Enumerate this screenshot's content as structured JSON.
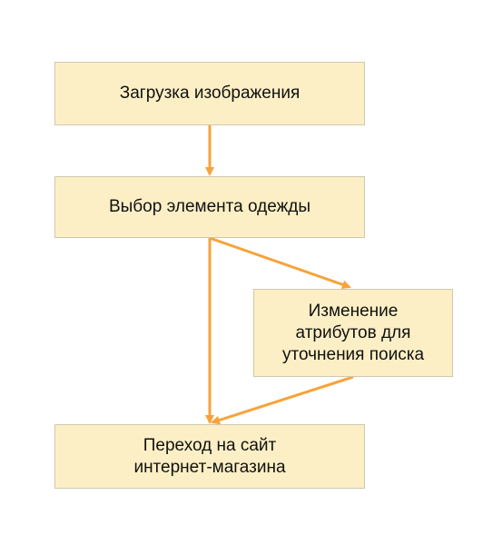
{
  "diagram": {
    "accent_color": "#f7a339",
    "node_fill": "#fdefc5",
    "node_border": "#cfc8b0",
    "nodes": [
      {
        "id": "n1",
        "label": "Загрузка изображения"
      },
      {
        "id": "n2",
        "label": "Выбор элемента одежды"
      },
      {
        "id": "n3",
        "label": "Изменение\nатрибутов для\nуточнения поиска"
      },
      {
        "id": "n4",
        "label": "Переход на сайт\nинтернет-магазина"
      }
    ],
    "edges": [
      {
        "from": "n1",
        "to": "n2"
      },
      {
        "from": "n2",
        "to": "n4"
      },
      {
        "from": "n2",
        "to": "n3"
      },
      {
        "from": "n3",
        "to": "n4"
      }
    ]
  }
}
